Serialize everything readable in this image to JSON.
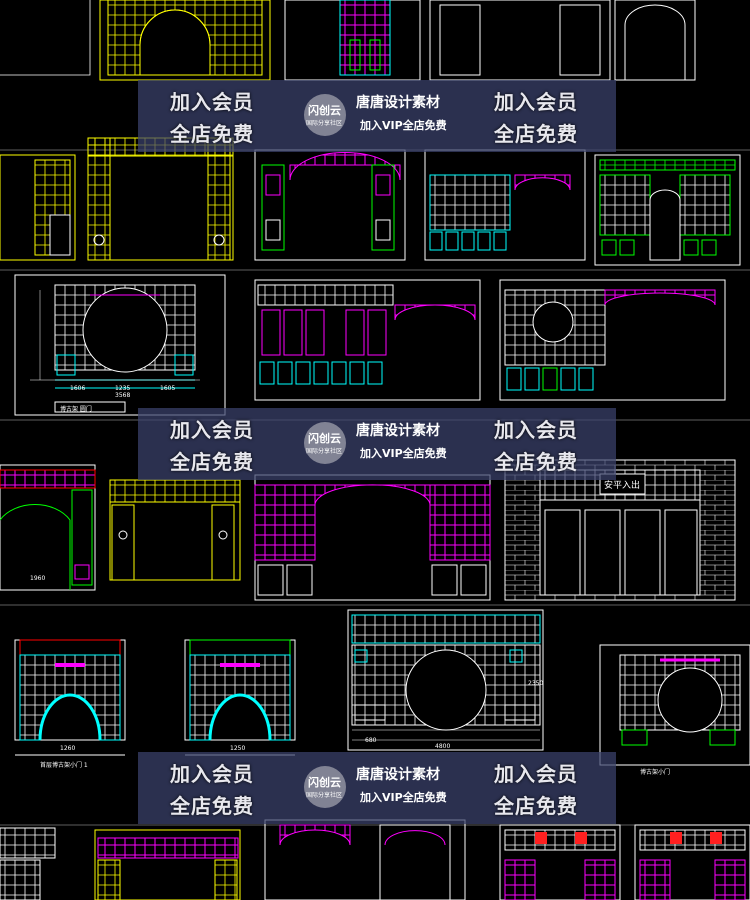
{
  "watermark": {
    "left_line1": "加入会员",
    "left_line2": "全店免费",
    "brand": "唐唐设计素材",
    "vip": "加入VIP全店免费",
    "logo_name": "闪创云",
    "logo_sub": "国际分享社区",
    "right_line1": "加入会员",
    "right_line2": "全店免费"
  },
  "labels": {
    "plaque_text": "安平入出",
    "caption_a": "博古架 圆门",
    "caption_b": "首层博古架小门 1",
    "caption_c": "博古架小门",
    "dims": [
      "1235",
      "1606",
      "1605",
      "3568",
      "1960",
      "1260",
      "680",
      "4800",
      "2350",
      "1250"
    ]
  },
  "colors": {
    "background": "#000000",
    "cad_white": "#ffffff",
    "cad_yellow": "#ffff00",
    "cad_cyan": "#00ffff",
    "cad_magenta": "#ff00ff",
    "cad_green": "#00ff00",
    "cad_red": "#ff2020",
    "cad_blue": "#4a6cff",
    "banner": "#3c426e"
  }
}
